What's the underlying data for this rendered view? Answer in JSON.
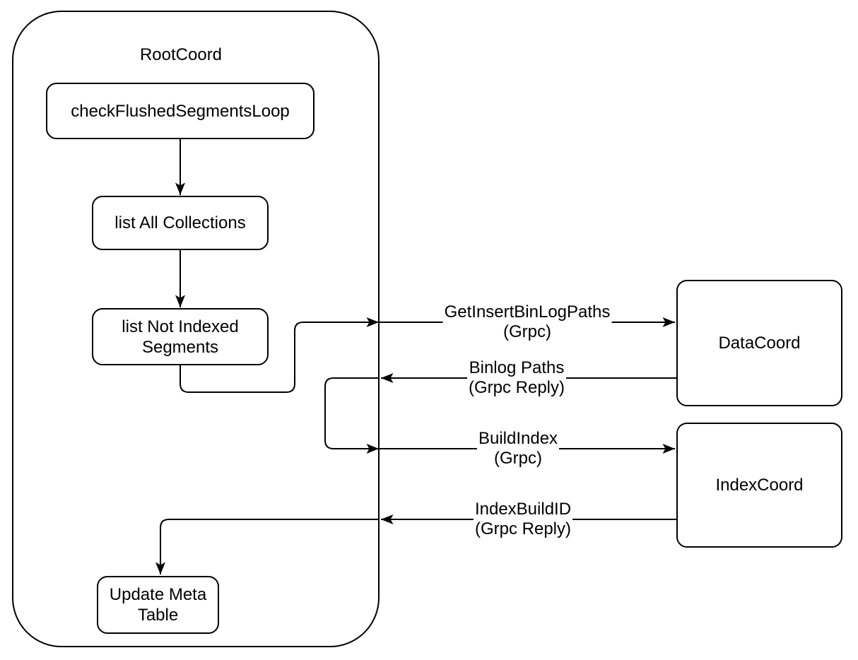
{
  "diagram": {
    "colors": {
      "stroke": "#000000",
      "background": "#ffffff",
      "node_fill": "#ffffff"
    },
    "container": {
      "label": "RootCoord"
    },
    "nodes": {
      "check_flushed_segments_loop": {
        "label": "checkFlushedSegmentsLoop"
      },
      "list_all_collections": {
        "label": "list All Collections"
      },
      "list_not_indexed_segments": {
        "label": "list Not Indexed Segments"
      },
      "update_meta_table": {
        "label": "Update Meta Table"
      },
      "data_coord": {
        "label": "DataCoord"
      },
      "index_coord": {
        "label": "IndexCoord"
      }
    },
    "edges": {
      "get_insert_binlog_paths": {
        "label": "GetInsertBinLogPaths",
        "sublabel": "(Grpc)"
      },
      "binlog_paths": {
        "label": "Binlog Paths",
        "sublabel": "(Grpc Reply)"
      },
      "build_index": {
        "label": "BuildIndex",
        "sublabel": "(Grpc)"
      },
      "index_build_id": {
        "label": "IndexBuildID",
        "sublabel": "(Grpc Reply)"
      }
    }
  }
}
